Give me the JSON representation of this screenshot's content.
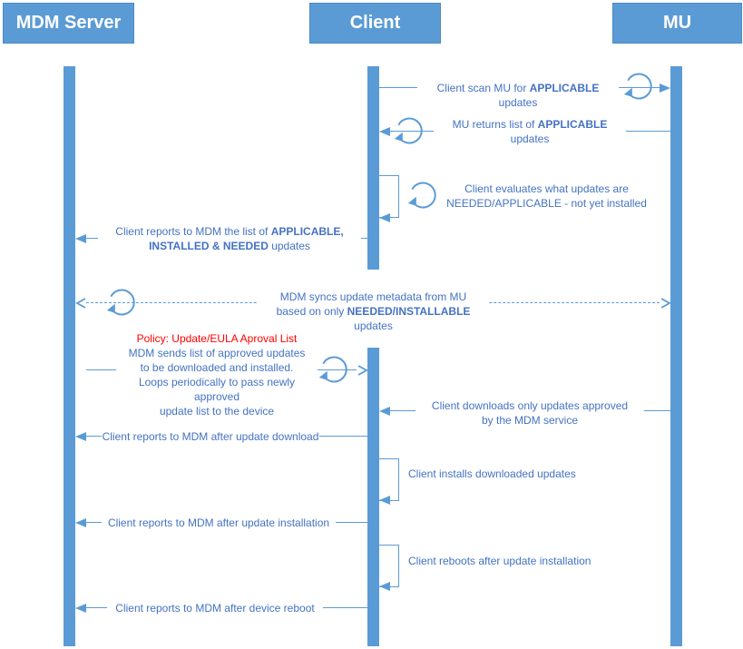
{
  "colors": {
    "actor_fill": "#5B9BD5",
    "actor_border": "#4A8BC2",
    "arrow": "#5B9BD5",
    "label_text": "#4472C4",
    "policy_red": "#FF0000",
    "actor_text": "#FFFFFF",
    "background": "#FFFFFF"
  },
  "actors": {
    "mdm": {
      "label": "MDM Server"
    },
    "client": {
      "label": "Client"
    },
    "mu": {
      "label": "MU"
    }
  },
  "messages": {
    "m1": {
      "pre": "Client scan MU for ",
      "bold": "APPLICABLE",
      "post": " updates"
    },
    "m2": {
      "line1_pre": "MU returns list of ",
      "line1_bold": "APPLICABLE",
      "line2": "updates"
    },
    "m3": {
      "line1": "Client evaluates what updates are",
      "line2": "NEEDED/APPLICABLE - not yet installed"
    },
    "m4": {
      "line1_pre": "Client reports to MDM the list of ",
      "line1_bold": "APPLICABLE,",
      "line2_bold": "INSTALLED & NEEDED",
      "line2_post": " updates"
    },
    "m5": {
      "line1": "MDM syncs update metadata from MU",
      "line2_pre": "based on only ",
      "line2_bold": "NEEDED/INSTALLABLE",
      "line2_post": " updates"
    },
    "m6": {
      "title": "Policy: Update/EULA Aproval List",
      "line1": "MDM sends list of approved updates",
      "line2": "to be downloaded and installed.",
      "line3": "Loops periodically to pass newly approved",
      "line4": "update list to the device"
    },
    "m7": {
      "line1": "Client downloads only updates approved",
      "line2": "by the MDM service"
    },
    "m8": {
      "label": "Client reports to MDM after update download"
    },
    "m9": {
      "label": "Client installs downloaded updates"
    },
    "m10": {
      "label": "Client reports to MDM after update installation"
    },
    "m11": {
      "label": "Client reboots after update installation"
    },
    "m12": {
      "label": "Client reports to MDM after device reboot"
    }
  }
}
